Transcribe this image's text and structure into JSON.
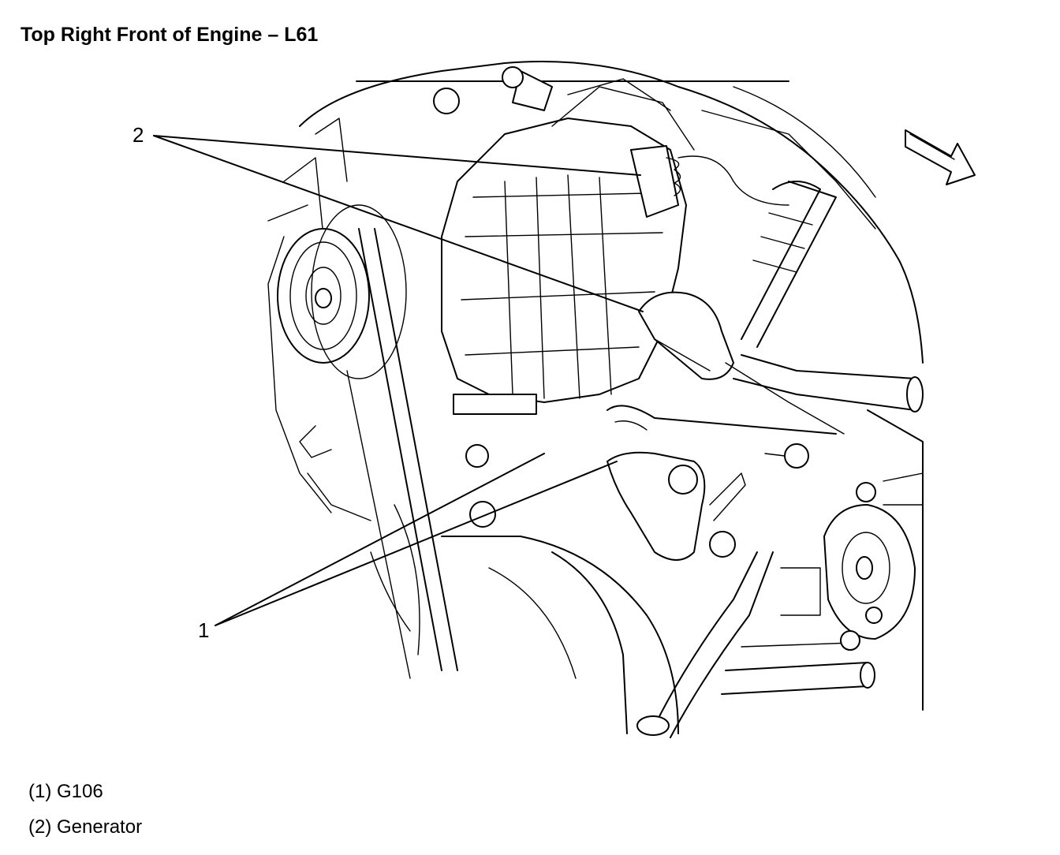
{
  "title": "Top Right Front of Engine – L61",
  "callouts": [
    {
      "number": "1",
      "target": "G106"
    },
    {
      "number": "2",
      "target": "Generator"
    }
  ],
  "legend": [
    {
      "text": "(1) G106"
    },
    {
      "text": "(2) Generator"
    }
  ],
  "icons": {
    "direction_arrow": "front-direction-arrow-icon"
  }
}
